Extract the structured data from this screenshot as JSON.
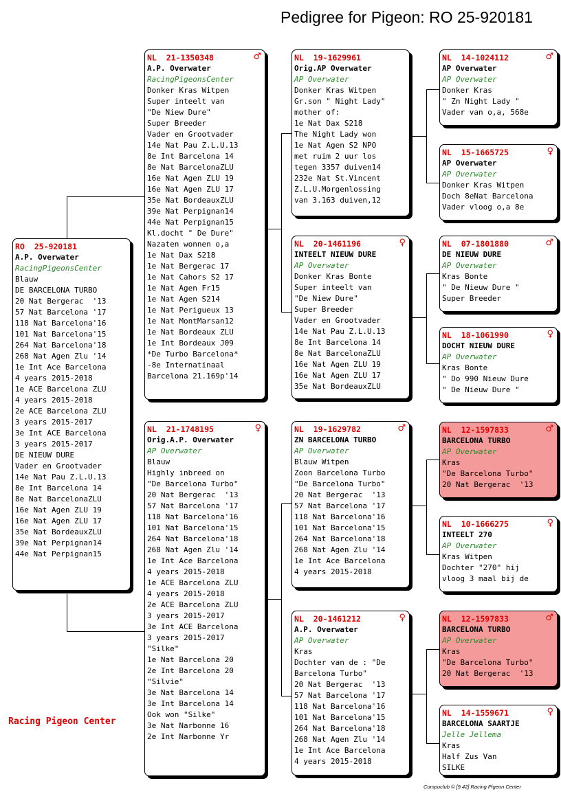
{
  "title": "Pedigree for Pigeon: RO  25-920181",
  "brand": "Racing Pigeon Center",
  "footer": "Compuclub © [9.42]  Racing Pigeon Center",
  "colors": {
    "ring": "#e00000",
    "club": "#2a8a2a",
    "highlight": "#f59a9a"
  },
  "birds": {
    "subject": {
      "ring": "RO  25-920181",
      "sex": "",
      "sex_icon": "",
      "owner": "A.P. Overwater",
      "club": "RacingPigeonsCenter",
      "lines": [
        "Blauw",
        "DE BARCELONA TURBO",
        "20 Nat Bergerac  '13",
        "57 Nat Barcelona '17",
        "118 Nat Barcelona'16",
        "101 Nat Barcelona'15",
        "264 Nat Barcelona'18",
        "268 Nat Agen Zlu '14",
        "1e Int Ace Barcelona",
        "4 years 2015-2018",
        "1e ACE Barcelona ZLU",
        "4 years 2015-2018",
        "2e ACE Barcelona ZLU",
        "3 years 2015-2017",
        "3e Int ACE Barcelona",
        "3 years 2015-2017",
        "DE NIEUW DURE",
        "Vader en Grootvader",
        "14e Nat Pau Z.L.U.13",
        "8e Int Barcelona 14",
        "8e Nat BarcelonaZLU",
        "16e Nat Agen ZLU 19",
        "16e Nat Agen ZLU 17",
        "35e Nat BordeauxZLU",
        "39e Nat Perpignan14",
        "44e Nat Perpignan15"
      ]
    },
    "sire": {
      "ring": "NL  21-1350348",
      "sex": "♂",
      "sex_icon": "male-icon",
      "owner": "A.P. Overwater",
      "club": "RacingPigeonsCenter",
      "lines": [
        "Donker Kras Witpen",
        "Super inteelt van",
        "\"De Niew Dure\"",
        "Super Breeder",
        "Vader en Grootvader",
        "14e Nat Pau Z.L.U.13",
        "8e Int Barcelona 14",
        "8e Nat BarcelonaZLU",
        "16e Nat Agen ZLU 19",
        "16e Nat Agen ZLU 17",
        "35e Nat BordeauxZLU",
        "39e Nat Perpignan14",
        "44e Nat Perpignan15",
        "Kl.docht \" De Dure\"",
        "Nazaten wonnen o,a",
        "1e Nat Dax S218",
        "1e Nat Bergerac 17",
        "1e Nat Cahors S2 17",
        "1e Nat Agen Fr15",
        "1e Nat Agen S214",
        "1e Nat Perigueux 13",
        "1e Nat MontMarsan12",
        "1e Nat Bordeaux ZLU",
        "1e Int Bordeaux J09",
        "*De Turbo Barcelona*",
        "-8e Internatinaal",
        "Barcelona 21.169p'14"
      ]
    },
    "dam": {
      "ring": "NL  21-1748195",
      "sex": "♀",
      "sex_icon": "female-icon",
      "owner": "Orig.A.P. Overwater",
      "club": "AP Overwater",
      "lines": [
        "Blauw",
        "Highly inbreed on",
        "\"De Barcelona Turbo\"",
        "20 Nat Bergerac  '13",
        "57 Nat Barcelona '17",
        "118 Nat Barcelona'16",
        "101 Nat Barcelona'15",
        "264 Nat Barcelona'18",
        "268 Nat Agen Zlu '14",
        "1e Int Ace Barcelona",
        "4 years 2015-2018",
        "1e ACE Barcelona ZLU",
        "4 years 2015-2018",
        "2e ACE Barcelona ZLU",
        "3 years 2015-2017",
        "3e Int ACE Barcelona",
        "3 years 2015-2017",
        "\"Silke\"",
        "1e Nat Barcelona 20",
        "2e Int Barcelona 20",
        "\"Silvie\"",
        "3e Nat Barcelona 14",
        "3e Int Barcelona 14",
        "Ook won \"Silke\"",
        "3e Nat Narbonne 16",
        "2e Int Narbonne Yr"
      ]
    },
    "ss": {
      "ring": "NL  19-1629961",
      "sex": "",
      "sex_icon": "",
      "owner": "Orig.AP Overwater",
      "club": "AP Overwater",
      "lines": [
        "Donker Kras Witpen",
        "Gr.son \" Night Lady\"",
        "mother of:",
        "1e Nat Dax S218",
        "The Night Lady won",
        "1e Nat Agen S2 NPO",
        "met ruim 2 uur los",
        "tegen 3357 duiven14",
        "232e Nat St.Vincent",
        "Z.L.U.Morgenlossing",
        "van 3.163 duiven,12"
      ]
    },
    "sd": {
      "ring": "NL  20-1461196",
      "sex": "♀",
      "sex_icon": "female-icon",
      "owner": "INTEELT NIEUW DURE",
      "club": "AP Overwater",
      "lines": [
        "Donker Kras Bonte",
        "Super inteelt van",
        "\"De Niew Dure\"",
        "Super Breeder",
        "Vader en Grootvader",
        "14e Nat Pau Z.L.U.13",
        "8e Int Barcelona 14",
        "8e Nat BarcelonaZLU",
        "16e Nat Agen ZLU 19",
        "16e Nat Agen ZLU 17",
        "35e Nat BordeauxZLU"
      ]
    },
    "ds": {
      "ring": "NL  19-1629782",
      "sex": "♂",
      "sex_icon": "male-icon",
      "owner": "ZN BARCELONA TURBO",
      "club": "AP Overwater",
      "lines": [
        "Blauw Witpen",
        "Zoon Barcelona Turbo",
        "\"De Barcelona Turbo\"",
        "20 Nat Bergerac  '13",
        "57 Nat Barcelona '17",
        "118 Nat Barcelona'16",
        "101 Nat Barcelona'15",
        "264 Nat Barcelona'18",
        "268 Nat Agen Zlu '14",
        "1e Int Ace Barcelona",
        "4 years 2015-2018"
      ]
    },
    "dd": {
      "ring": "NL  20-1461212",
      "sex": "♀",
      "sex_icon": "female-icon",
      "owner": "A.P. Overwater",
      "club": "AP Overwater",
      "lines": [
        "Kras",
        "Dochter van de : \"De",
        "Barcelona Turbo\"",
        "20 Nat Bergerac  '13",
        "57 Nat Barcelona '17",
        "118 Nat Barcelona'16",
        "101 Nat Barcelona'15",
        "264 Nat Barcelona'18",
        "268 Nat Agen Zlu '14",
        "1e Int Ace Barcelona",
        "4 years 2015-2018"
      ]
    },
    "sss": {
      "ring": "NL  14-1024112",
      "sex": "♂",
      "sex_icon": "male-icon",
      "owner": "AP Overwater",
      "club": "AP Overwater",
      "lines": [
        "Donker Kras",
        "\" Zn Night Lady \"",
        "Vader van o,a, 568e"
      ]
    },
    "ssd": {
      "ring": "NL  15-1665725",
      "sex": "♀",
      "sex_icon": "female-icon",
      "owner": "AP Overwater",
      "club": "AP Overwater",
      "lines": [
        "Donker Kras Witpen",
        "Doch 8eNat Barcelona",
        "Vader vloog o,a 8e"
      ]
    },
    "sds": {
      "ring": "NL  07-1801880",
      "sex": "♂",
      "sex_icon": "male-icon",
      "owner": "DE NIEUW DURE",
      "club": "AP Overwater",
      "lines": [
        "Kras Bonte",
        "\" De Nieuw Dure \"",
        "Super Breeder"
      ]
    },
    "sdd": {
      "ring": "NL  18-1061990",
      "sex": "♀",
      "sex_icon": "female-icon",
      "owner": "DOCHT NIEUW DURE",
      "club": "AP Overwater",
      "lines": [
        "Kras Bonte",
        "\" Do 990 Nieuw Dure",
        "\" De Nieuw Dure \""
      ]
    },
    "dss": {
      "ring": "NL  12-1597833",
      "sex": "♂",
      "sex_icon": "male-icon",
      "owner": "BARCELONA TURBO",
      "club": "AP Overwater",
      "lines": [
        "Kras",
        "\"De Barcelona Turbo\"",
        "20 Nat Bergerac  '13"
      ]
    },
    "dsd": {
      "ring": "NL  10-1666275",
      "sex": "♀",
      "sex_icon": "female-icon",
      "owner": "INTEELT 270",
      "club": "AP Overwater",
      "lines": [
        "Kras Witpen",
        "Dochter \"270\" hij",
        "vloog 3 maal bij de"
      ]
    },
    "dds": {
      "ring": "NL  12-1597833",
      "sex": "♂",
      "sex_icon": "male-icon",
      "owner": "BARCELONA TURBO",
      "club": "AP Overwater",
      "lines": [
        "Kras",
        "\"De Barcelona Turbo\"",
        "20 Nat Bergerac  '13"
      ]
    },
    "ddd": {
      "ring": "NL  14-1559671",
      "sex": "♀",
      "sex_icon": "female-icon",
      "owner": "BARCELONA SAARTJE",
      "club": "Jelle Jellema",
      "lines": [
        "Kras",
        "Half Zus Van",
        "SILKE"
      ]
    }
  }
}
